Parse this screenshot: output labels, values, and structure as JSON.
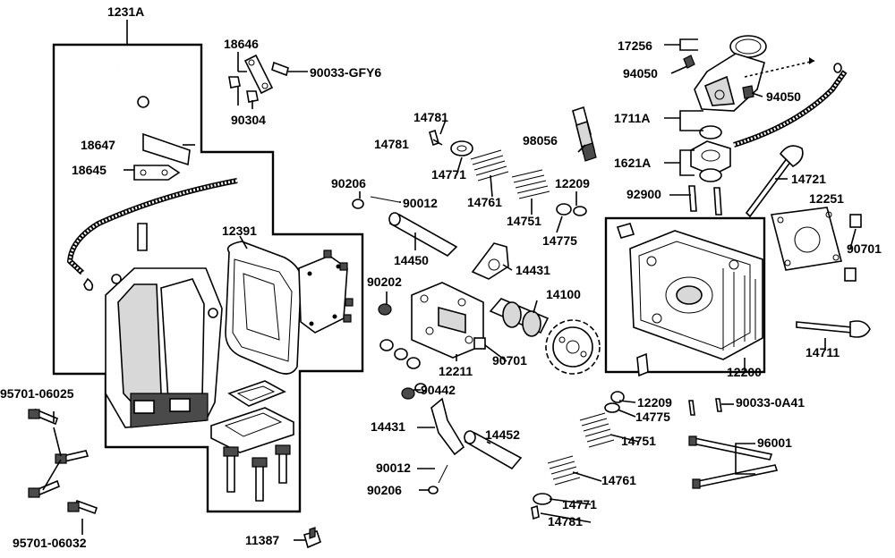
{
  "labels": {
    "l_1231A": "1231A",
    "l_18646": "18646",
    "l_90033GFY6": "90033-GFY6",
    "l_90304": "90304",
    "l_17256": "17256",
    "l_94050a": "94050",
    "l_94050b": "94050",
    "l_1711A": "1711A",
    "l_1621A": "1621A",
    "l_92900": "92900",
    "l_14721": "14721",
    "l_12251": "12251",
    "l_90701a": "90701",
    "l_14711": "14711",
    "l_12200": "12200",
    "l_98056": "98056",
    "l_14781a": "14781",
    "l_14781b": "14781",
    "l_14771a": "14771",
    "l_14761a": "14761",
    "l_14751a": "14751",
    "l_12209a": "12209",
    "l_14775a": "14775",
    "l_90206a": "90206",
    "l_90012a": "90012",
    "l_14450": "14450",
    "l_14431a": "14431",
    "l_14100": "14100",
    "l_90202": "90202",
    "l_90701b": "90701",
    "l_12211": "12211",
    "l_90442": "90442",
    "l_18647": "18647",
    "l_18645": "18645",
    "l_12391": "12391",
    "l_12209b": "12209",
    "l_14775b": "14775",
    "l_90033_0A41": "90033-0A41",
    "l_14751b": "14751",
    "l_96001": "96001",
    "l_14761b": "14761",
    "l_14771b": "14771",
    "l_14781c": "14781",
    "l_14431b": "14431",
    "l_14452": "14452",
    "l_90012b": "90012",
    "l_90206b": "90206",
    "l_95701_06025": "95701-06025",
    "l_95701_06032": "95701-06032",
    "l_11387": "11387"
  }
}
